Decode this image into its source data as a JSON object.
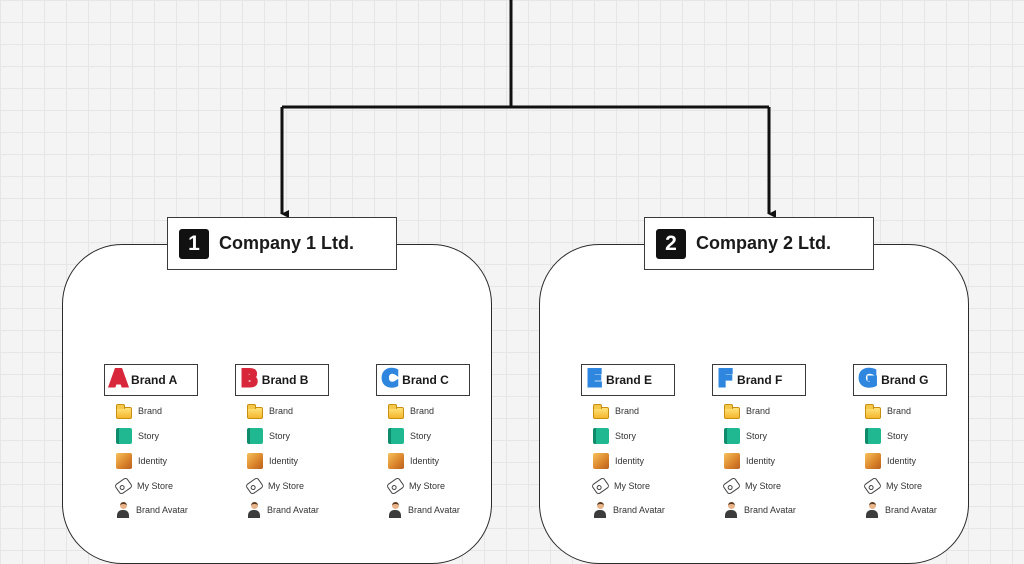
{
  "companies": [
    {
      "number": "1",
      "name": "Company 1 Ltd.",
      "brands": [
        {
          "letter": "A",
          "label": "Brand A",
          "color": "#d8263a"
        },
        {
          "letter": "B",
          "label": "Brand B",
          "color": "#d8263a"
        },
        {
          "letter": "C",
          "label": "Brand C",
          "color": "#2e86de"
        }
      ]
    },
    {
      "number": "2",
      "name": "Company 2 Ltd.",
      "brands": [
        {
          "letter": "E",
          "label": "Brand E",
          "color": "#2e86de"
        },
        {
          "letter": "F",
          "label": "Brand F",
          "color": "#2e86de"
        },
        {
          "letter": "G",
          "label": "Brand G",
          "color": "#2e86de"
        }
      ]
    }
  ],
  "brand_items": [
    {
      "label": "Brand",
      "icon": "folder-icon"
    },
    {
      "label": "Story",
      "icon": "book-icon"
    },
    {
      "label": "Identity",
      "icon": "identity-icon"
    },
    {
      "label": "My Store",
      "icon": "price-tag-icon"
    },
    {
      "label": "Brand Avatar",
      "icon": "avatar-icon"
    }
  ]
}
